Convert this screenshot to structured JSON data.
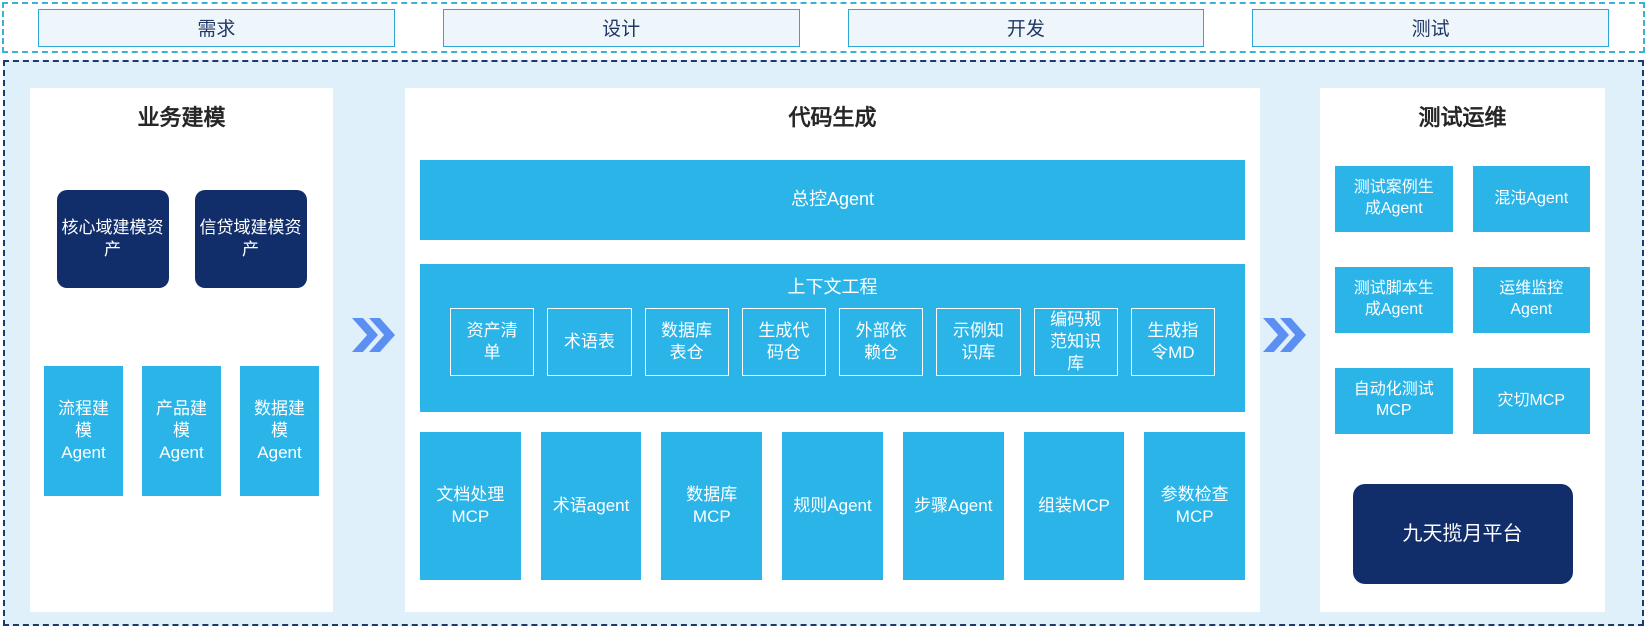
{
  "phases": [
    "需求",
    "设计",
    "开发",
    "测试"
  ],
  "panels": {
    "business": {
      "title": "业务建模",
      "assets": [
        "核心域建模资产",
        "信贷域建模资产"
      ],
      "agents": [
        "流程建模Agent",
        "产品建模Agent",
        "数据建模Agent"
      ]
    },
    "codegen": {
      "title": "代码生成",
      "master_agent": "总控Agent",
      "context": {
        "title": "上下文工程",
        "items": [
          "资产清单",
          "术语表",
          "数据库表仓",
          "生成代码仓",
          "外部依赖仓",
          "示例知识库",
          "编码规范知识库",
          "生成指令MD"
        ]
      },
      "tools": [
        "文档处理MCP",
        "术语agent",
        "数据库MCP",
        "规则Agent",
        "步骤Agent",
        "组装MCP",
        "参数检查MCP"
      ]
    },
    "testops": {
      "title": "测试运维",
      "agents": [
        "测试案例生成Agent",
        "混沌Agent",
        "测试脚本生成Agent",
        "运维监控Agent",
        "自动化测试MCP",
        "灾切MCP"
      ],
      "platform": "九天揽月平台"
    }
  },
  "colors": {
    "cyan": "#2ab4e8",
    "navy": "#112e6b",
    "arrow_blue": "#5b8ff2",
    "canvas_bg": "#dff0fa",
    "phase_border": "#2ea7d6",
    "phase_text": "#1f3864",
    "outer_dashed_border": "#1e3a6d",
    "strip_dashed_border": "#3ab2d8"
  }
}
